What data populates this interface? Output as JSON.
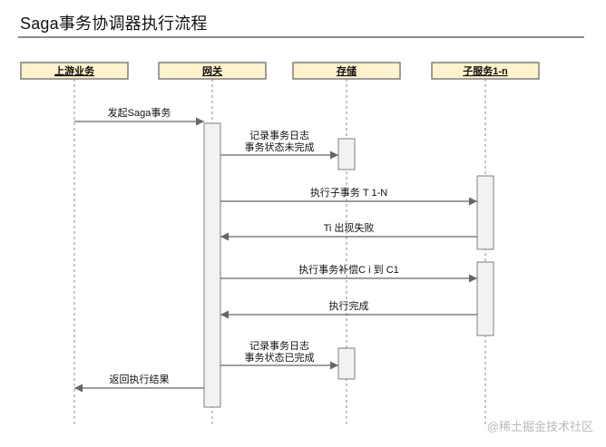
{
  "title": "Saga事务协调器执行流程",
  "colors": {
    "participant_fill": "#fff2cc",
    "participant_border": "#7f7f7f",
    "lifeline": "#8c8c8c",
    "activation_fill": "#f2f2f2",
    "activation_border": "#7f7f7f",
    "message": "#666666",
    "title_rule": "#8c8c8c"
  },
  "participants": [
    {
      "id": "upstream",
      "label": "上游业务"
    },
    {
      "id": "gateway",
      "label": "网关"
    },
    {
      "id": "storage",
      "label": "存储"
    },
    {
      "id": "subservice",
      "label": "子服务1-n"
    }
  ],
  "messages": [
    {
      "from": "upstream",
      "to": "gateway",
      "lines": [
        "发起Saga事务"
      ]
    },
    {
      "from": "gateway",
      "to": "storage",
      "lines": [
        "记录事务日志",
        "事务状态未完成"
      ]
    },
    {
      "from": "gateway",
      "to": "subservice",
      "lines": [
        "执行子事务 T 1-N"
      ]
    },
    {
      "from": "subservice",
      "to": "gateway",
      "lines": [
        "Ti 出现失败"
      ]
    },
    {
      "from": "gateway",
      "to": "subservice",
      "lines": [
        "执行事务补偿C i 到 C1"
      ]
    },
    {
      "from": "subservice",
      "to": "gateway",
      "lines": [
        "执行完成"
      ]
    },
    {
      "from": "gateway",
      "to": "storage",
      "lines": [
        "记录事务日志",
        "事务状态已完成"
      ]
    },
    {
      "from": "gateway",
      "to": "upstream",
      "lines": [
        "返回执行结果"
      ]
    }
  ],
  "watermark": "@稀土掘金技术社区"
}
